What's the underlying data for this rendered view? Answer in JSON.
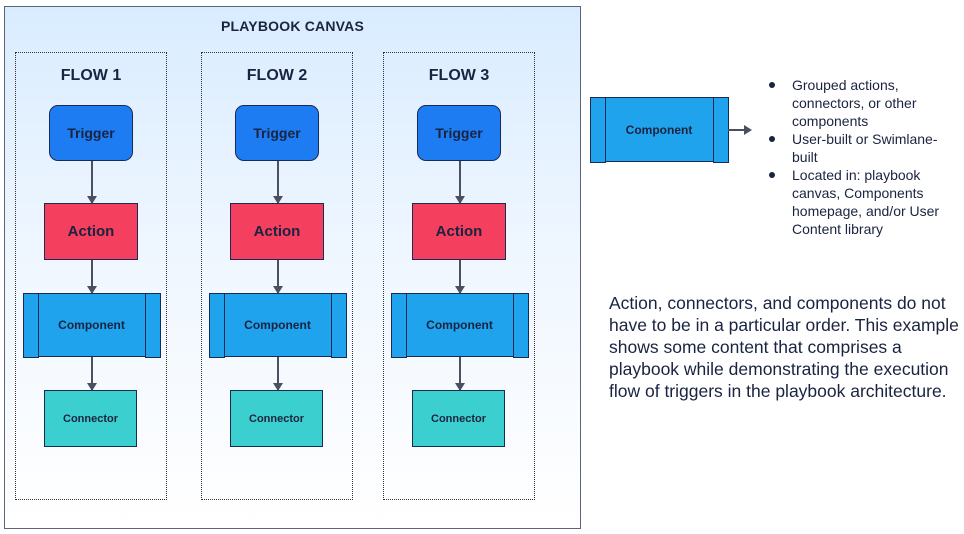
{
  "canvas": {
    "title": "PLAYBOOK CANVAS"
  },
  "flows": [
    {
      "title": "FLOW 1",
      "trigger": "Trigger",
      "action": "Action",
      "component": "Component",
      "connector": "Connector"
    },
    {
      "title": "FLOW 2",
      "trigger": "Trigger",
      "action": "Action",
      "component": "Component",
      "connector": "Connector"
    },
    {
      "title": "FLOW 3",
      "trigger": "Trigger",
      "action": "Action",
      "component": "Component",
      "connector": "Connector"
    }
  ],
  "legend": {
    "component_label": "Component",
    "bullets": [
      "Grouped actions, connectors, or other components",
      "User-built or Swimlane-built",
      "Located in: playbook canvas, Components homepage, and/or User Content library"
    ]
  },
  "description": "Action, connectors, and components do not have to be in a particular order. This example shows some content that comprises a playbook while demonstrating the execution flow of triggers in the playbook architecture.",
  "colors": {
    "trigger": "#1e7cf2",
    "action": "#f43f5e",
    "component": "#1ea3ec",
    "connector": "#3ccfcf",
    "text": "#1a2340"
  }
}
